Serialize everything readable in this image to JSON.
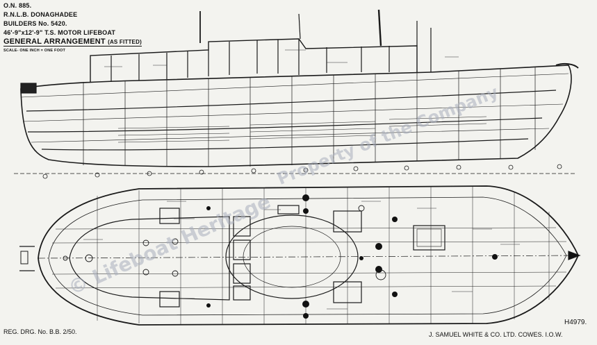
{
  "title_block": {
    "official_number": "O.N. 885.",
    "vessel": "R.N.L.B. DONAGHADEE",
    "builders_no": "BUILDERS No. 5420.",
    "dimensions": "46'-9\"x12'-9\" T.S. MOTOR LIFEBOAT",
    "drawing_title": "GENERAL ARRANGEMENT",
    "as_fitted": "(AS FITTED)",
    "scale": "SCALE- ONE INCH = ONE FOOT"
  },
  "footer": {
    "reg_drawing": "REG. DRG. No. B.B. 2/50.",
    "drawing_number": "H4979.",
    "builder": "J. SAMUEL WHITE & CO. LTD. COWES. I.O.W."
  },
  "watermark": {
    "line1": "© Lifeboat Heritage",
    "line2": "Property of the Company"
  },
  "colors": {
    "paper": "#f3f3ef",
    "ink": "#1a1a1a",
    "watermark": "#a9afbd"
  }
}
